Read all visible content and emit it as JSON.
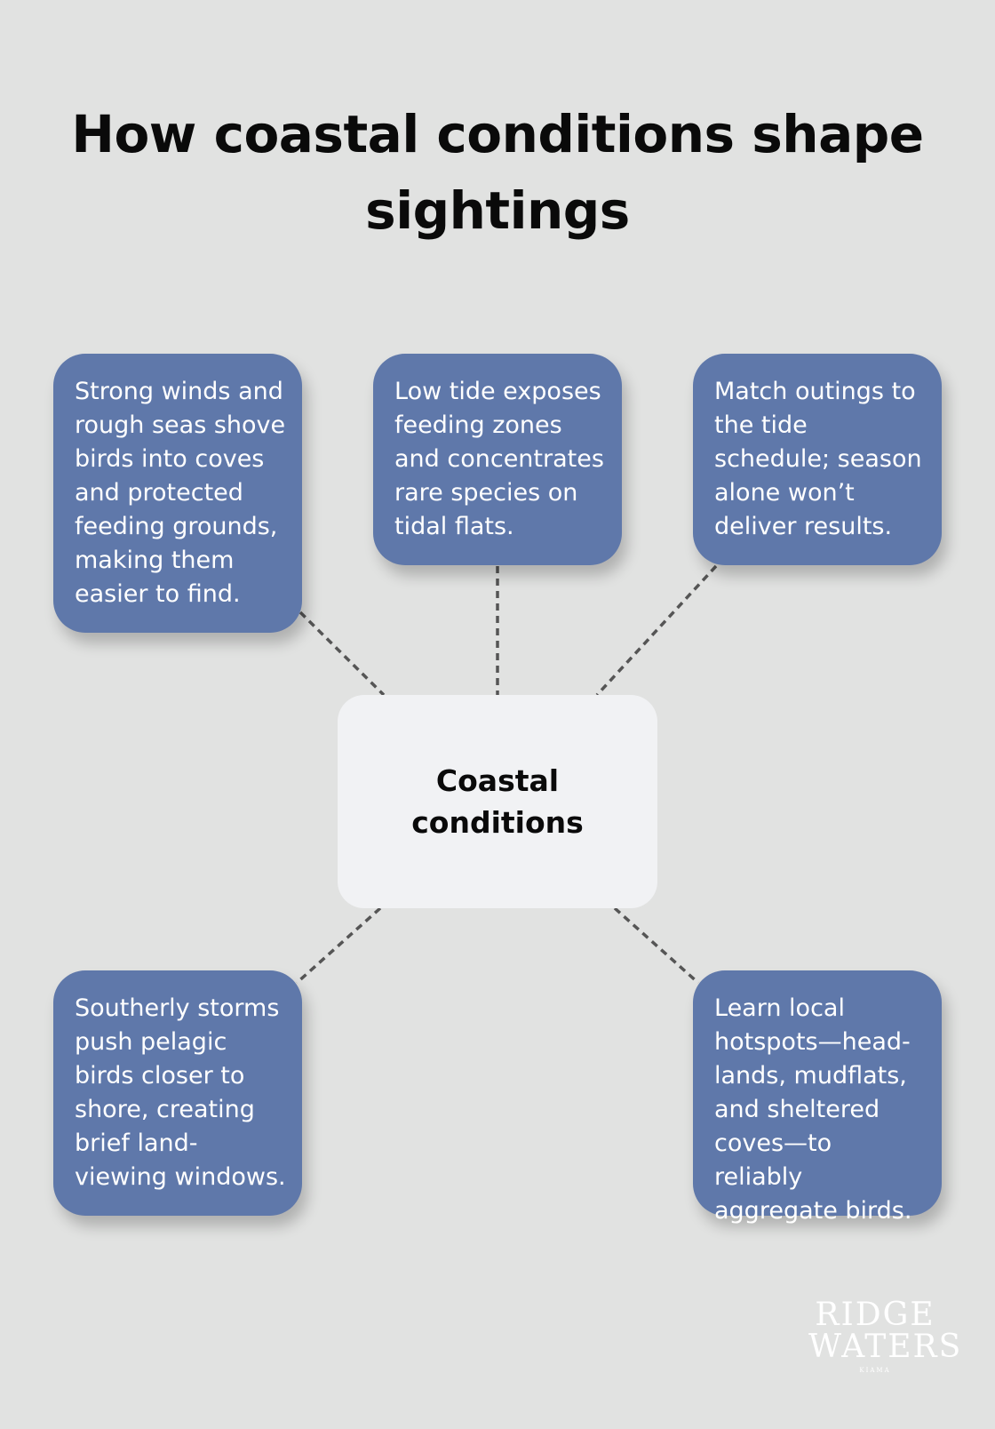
{
  "title": "How coastal conditions shape sightings",
  "center": {
    "label": "Coastal conditions"
  },
  "nodes": [
    {
      "text": "Strong winds and rough seas shove birds into coves and protected feeding grounds, making them easier to find."
    },
    {
      "text": "Low tide exposes feeding zones and concentrates rare species on tidal flats."
    },
    {
      "text": "Match outings to the tide schedule; season alone won’t deliver results."
    },
    {
      "text": "Southerly storms push pelagic birds closer to shore, creating brief land-viewing windows."
    },
    {
      "text": "Learn local hotspots—head-lands, mudflats, and sheltered coves—to reliably aggregate birds."
    }
  ],
  "logo": {
    "line1": "RIDGE",
    "line2": "WATERS",
    "small": "KIAMA"
  },
  "colors": {
    "background": "#e1e2e1",
    "card": "#5f78aa",
    "center_box": "#f1f2f4",
    "connector": "#555555",
    "title_text": "#0a0a0a"
  }
}
